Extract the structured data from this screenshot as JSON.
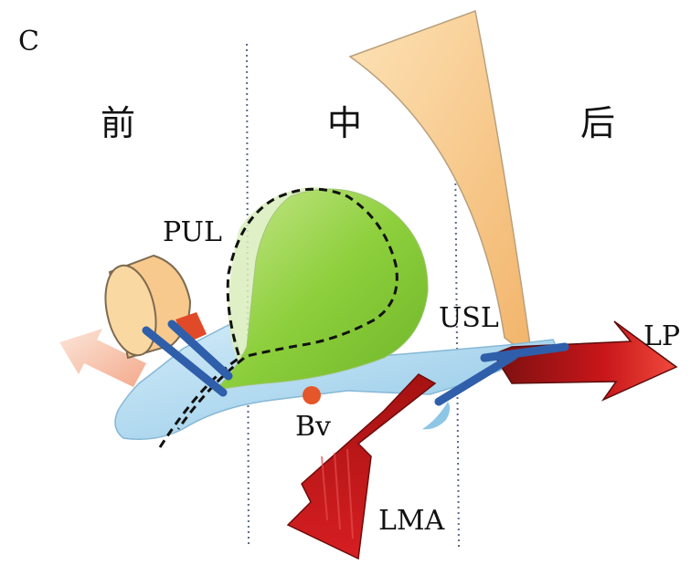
{
  "panel_letter": "C",
  "regions": {
    "anterior": "前",
    "middle": "中",
    "posterior": "后"
  },
  "labels": {
    "pul": "PUL",
    "usl": "USL",
    "lp": "LP",
    "bv": "Bv",
    "lma": "LMA"
  },
  "colors": {
    "green": "#8dcf3c",
    "green_light": "#d9edbc",
    "blue_body": "#a7d6ef",
    "orange": "#f7c98c",
    "red_arrow": "#c8161a",
    "dark_blue": "#2f5faa",
    "bv_dot": "#e5562a"
  }
}
